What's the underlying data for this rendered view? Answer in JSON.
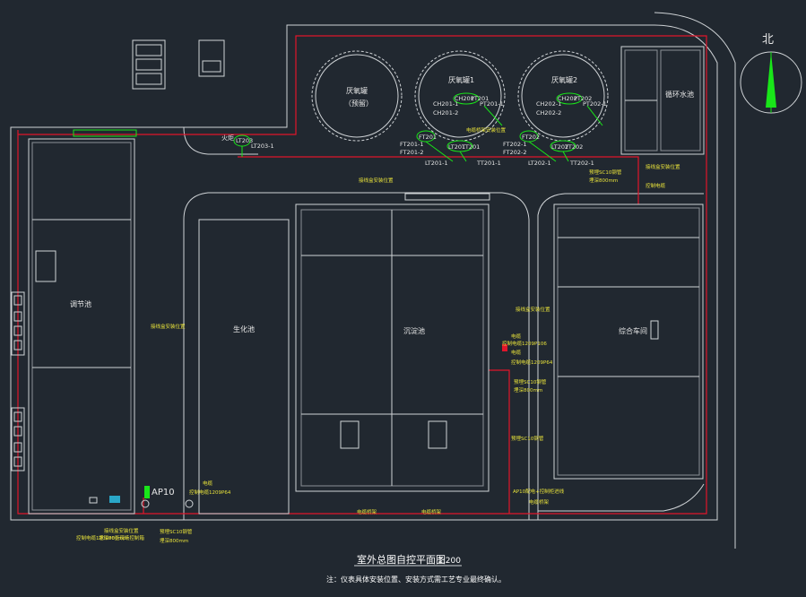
{
  "title": "室外总图自控平面图",
  "scale": "1:200",
  "note": "注：仪表具体安装位置、安装方式需工艺专业最终确认。",
  "north_label": "北",
  "tanks": {
    "t1_name": "厌氧罐",
    "t1_sub": "（预留）",
    "t2_name": "厌氧罐1",
    "t3_name": "厌氧罐2"
  },
  "buildings": {
    "tiaojie": "调节池",
    "shengwu": "生化池",
    "chenshen": "沉淀池",
    "zonghe": "综合车间",
    "xunhuan": "循环水池"
  },
  "instr": {
    "ch201": "CH201",
    "pt201": "PT201",
    "ch201_1": "CH201-1",
    "pt201_1": "PT201-1",
    "ch201_2": "CH201-2",
    "ch202": "CH202",
    "pt202": "PT202",
    "ch202_1": "CH202-1",
    "pt202_1": "PT202-1",
    "ch202_2": "CH202-2",
    "ft201": "FT201",
    "ft201_1": "FT201-1",
    "ft201_2": "FT201-2",
    "lt201": "LT201",
    "tt201": "TT201",
    "lt201_1": "LT201-1",
    "tt201_1": "TT201-1",
    "ft202": "FT202",
    "ft202_1": "FT202-1",
    "ft202_2": "FT202-2",
    "lt202": "LT202",
    "tt202": "TT202",
    "lt202_1": "LT202-1",
    "tt202_1": "TT202-1",
    "lt203": "LT203",
    "lt203_1": "LT203-1",
    "tank_label": "火炬",
    "ap10": "AP10"
  },
  "annotations": {
    "a1": "接线盒安装位置",
    "a2": "接线盒安装位置",
    "a3": "接线盒安装位置",
    "a4": "接线盒安装位置",
    "a5": "控制电缆",
    "a6": "预埋SC10钢管",
    "a7": "埋深800mm",
    "a8": "电缆",
    "a9": "电缆",
    "a10": "控制电缆1209P106",
    "a11": "控制电缆1209P64",
    "a12": "预埋SC10钢管",
    "a13": "埋深800mm",
    "a14": "电缆",
    "a15": "控制电缆1209P64",
    "a16": "电缆桥架",
    "a17": "AP10配电+控制柜进线",
    "a18": "电缆桥架",
    "a19": "控制电缆1209P6至现场控制箱",
    "a20": "预埋SC10钢管",
    "a21": "埋深800mm",
    "a22": "接线盒安装位置",
    "a23": "电缆桥架安装位置",
    "a24": "预埋SC10钢管",
    "a25": "埋深800mm",
    "a26": "电缆桥架"
  }
}
